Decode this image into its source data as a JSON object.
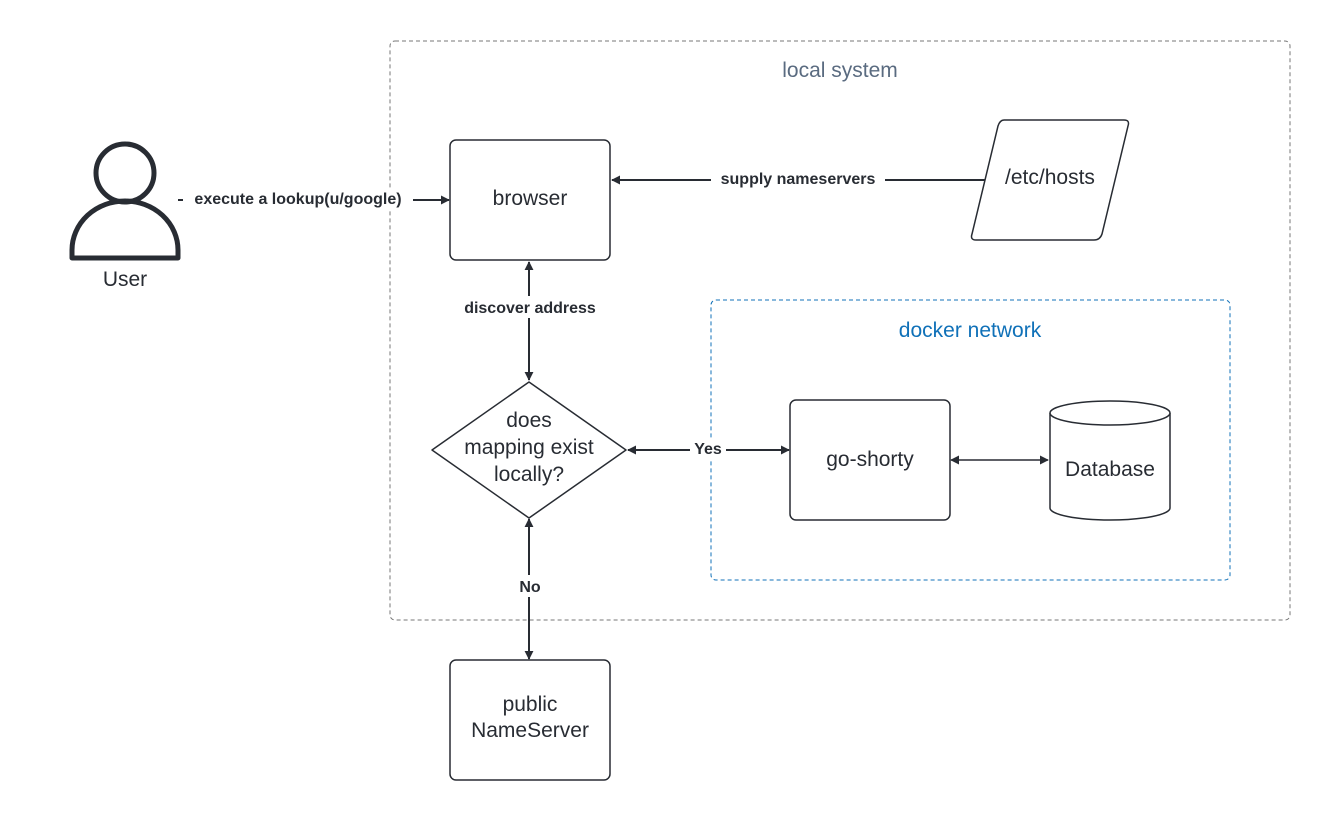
{
  "groups": {
    "local_system": {
      "title": "local system",
      "color": "#5a6b80"
    },
    "docker_network": {
      "title": "docker network",
      "color": "#1071b8"
    }
  },
  "actor": {
    "label": "User",
    "icon": "user-icon"
  },
  "nodes": {
    "browser": "browser",
    "hosts": "/etc/hosts",
    "decision": [
      "does",
      "mapping exist",
      "locally?"
    ],
    "go_shorty": "go-shorty",
    "database": "Database",
    "public_nameserver": [
      "public",
      "NameServer"
    ]
  },
  "edges": {
    "lookup": "execute a lookup(u/google)",
    "supply": "supply nameservers",
    "discover": "discover address",
    "yes": "Yes",
    "no": "No"
  },
  "colors": {
    "stroke": "#282c33",
    "text": "#282c33",
    "group_border": "#777777",
    "docker_border": "#1071b8"
  }
}
